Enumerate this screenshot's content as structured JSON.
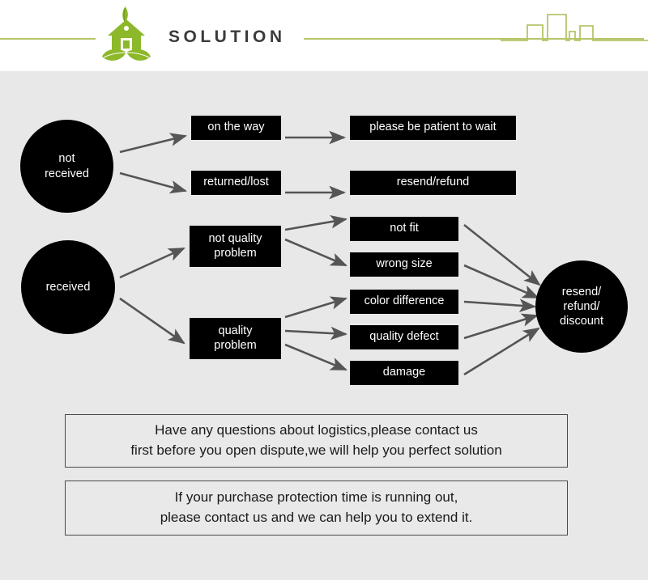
{
  "header": {
    "title": "SOLUTION",
    "logo_icon": "eco-house-leaf-logo",
    "skyline_icon": "city-skyline-outline",
    "rule_color": "#b5c56a",
    "logo_color": "#8cb829",
    "title_color": "#3b3b3b"
  },
  "canvas": {
    "background": "#e8e8e8",
    "node_color": "#000000",
    "node_text_color": "#ffffff",
    "arrow_color": "#555555"
  },
  "flow": {
    "start_nodes": [
      {
        "id": "not-received",
        "label": "not\nreceived"
      },
      {
        "id": "received",
        "label": "received"
      }
    ],
    "mid_nodes": [
      {
        "id": "on-the-way",
        "label": "on the way"
      },
      {
        "id": "returned-lost",
        "label": "returned/lost"
      },
      {
        "id": "not-quality-problem",
        "label": "not quality\nproblem"
      },
      {
        "id": "quality-problem",
        "label": "quality\nproblem"
      }
    ],
    "outcome_nodes": [
      {
        "id": "please-be-patient-to-wait",
        "label": "please be patient to wait"
      },
      {
        "id": "resend-refund",
        "label": "resend/refund"
      }
    ],
    "reason_nodes": [
      {
        "id": "not-fit",
        "label": "not fit"
      },
      {
        "id": "wrong-size",
        "label": "wrong size"
      },
      {
        "id": "color-difference",
        "label": "color difference"
      },
      {
        "id": "quality-defect",
        "label": "quality defect"
      },
      {
        "id": "damage",
        "label": "damage"
      }
    ],
    "end_node": {
      "id": "resend-refund-discount",
      "label": "resend/\nrefund/\ndiscount"
    }
  },
  "notes": [
    {
      "id": "logistics-note",
      "text": "Have any questions about logistics,please contact us\nfirst before you open dispute,we will help you perfect solution"
    },
    {
      "id": "purchase-protection-note",
      "text": "If your purchase protection time is running out,\nplease contact us and we can help you to extend it."
    }
  ]
}
